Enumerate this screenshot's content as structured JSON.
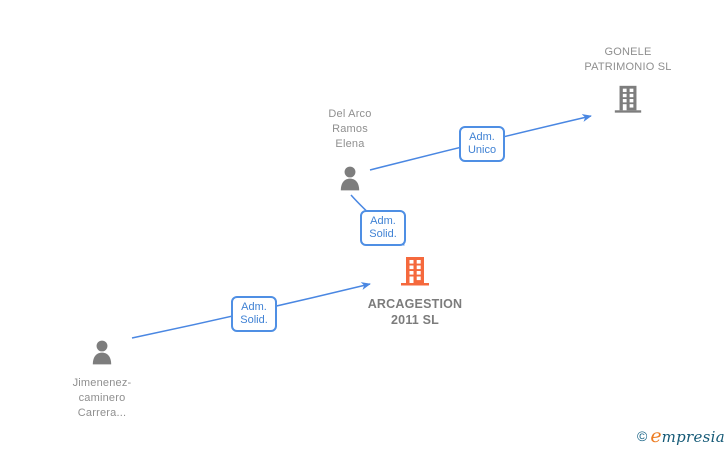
{
  "colors": {
    "edge": "#4a87e2",
    "label_border": "#4f8fe4",
    "label_text": "#4082d4",
    "company_accent": "#f5693d",
    "company_gray": "#7d7d7d",
    "person_gray": "#7d7d7d",
    "node_text": "#8f8f8f",
    "main_text": "#7c7c7c",
    "brand_navy": "#155a77",
    "brand_orange": "#ed7d23"
  },
  "nodes": {
    "gonele": {
      "type": "company",
      "lines": [
        "GONELE",
        "PATRIMONIO SL"
      ]
    },
    "delarco": {
      "type": "person",
      "lines": [
        "Del Arco",
        "Ramos",
        "Elena"
      ]
    },
    "arcagestion": {
      "type": "company",
      "lines": [
        "ARCAGESTION",
        "2011 SL"
      ]
    },
    "jimenez": {
      "type": "person",
      "lines": [
        "Jimenenez-",
        "caminero",
        "Carrera..."
      ]
    }
  },
  "edges": [
    {
      "label_lines": [
        "Adm.",
        "Unico"
      ],
      "from": "Del Arco Ramos Elena",
      "to": "GONELE PATRIMONIO SL"
    },
    {
      "label_lines": [
        "Adm.",
        "Solid."
      ],
      "from": "Del Arco Ramos Elena",
      "to": "ARCAGESTION 2011 SL"
    },
    {
      "label_lines": [
        "Adm.",
        "Solid."
      ],
      "from": "Jimenenez-caminero Carrera...",
      "to": "ARCAGESTION 2011 SL"
    }
  ],
  "footer": {
    "copyright": "©",
    "brand_initial": "e",
    "brand_rest": "mpresia"
  }
}
